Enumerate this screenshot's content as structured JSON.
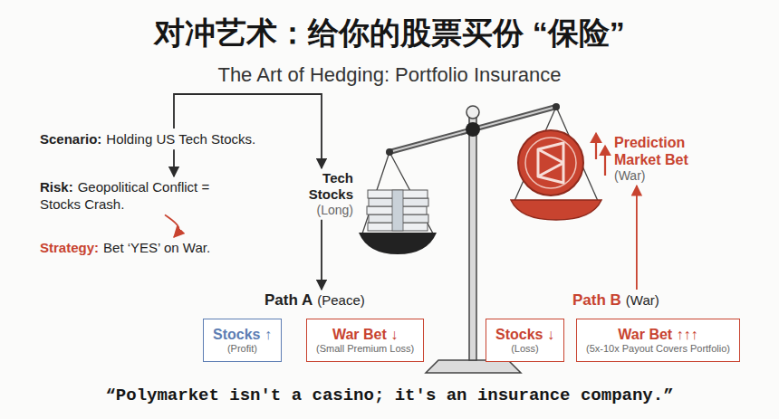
{
  "diagram": {
    "title": "对冲艺术：给你的股票买份 “保险”",
    "caption": "“Polymarket isn't a casino; it's an insurance company.”",
    "nodes": [
      {
        "text": [
          "Scenario:",
          "Holding US Tech Stocks."
        ]
      },
      {
        "text": [
          "Risk:",
          "Geopolitical Conflict = Stocks Crash."
        ]
      },
      {
        "text": [
          "Strategy:",
          "Bet ‘YES’ on War."
        ]
      },
      {
        "text": [
          "Tech Stocks",
          "(Long)"
        ]
      },
      {
        "text": [
          "Prediction Market Bet",
          "(War)"
        ]
      },
      {
        "text": [
          "Path A",
          "(Peace)"
        ]
      },
      {
        "text": [
          "Path B",
          "(War)"
        ]
      },
      {
        "text": [
          "Stocks ↑",
          "(Profit)"
        ]
      },
      {
        "text": [
          "War Bet ↓",
          "(Small Premium Loss)"
        ]
      },
      {
        "text": [
          "Stocks ↓",
          "(Loss)"
        ]
      },
      {
        "text": [
          "War Bet ↑↑↑",
          "(5x-10x Payout Covers Portfolio)"
        ]
      }
    ],
    "edges": [
      {
        "from": 0,
        "to": 1,
        "arrow": "to"
      },
      {
        "from": 1,
        "to": 2,
        "arrow": "to"
      },
      {
        "from": 0,
        "to": 3,
        "arrow": "to"
      },
      {
        "from": 3,
        "to": 5,
        "arrow": "to"
      },
      {
        "from": 6,
        "to": 4,
        "arrow": "to"
      }
    ],
    "labels": [
      "The Art of Hedging: Portfolio Insurance"
    ]
  }
}
